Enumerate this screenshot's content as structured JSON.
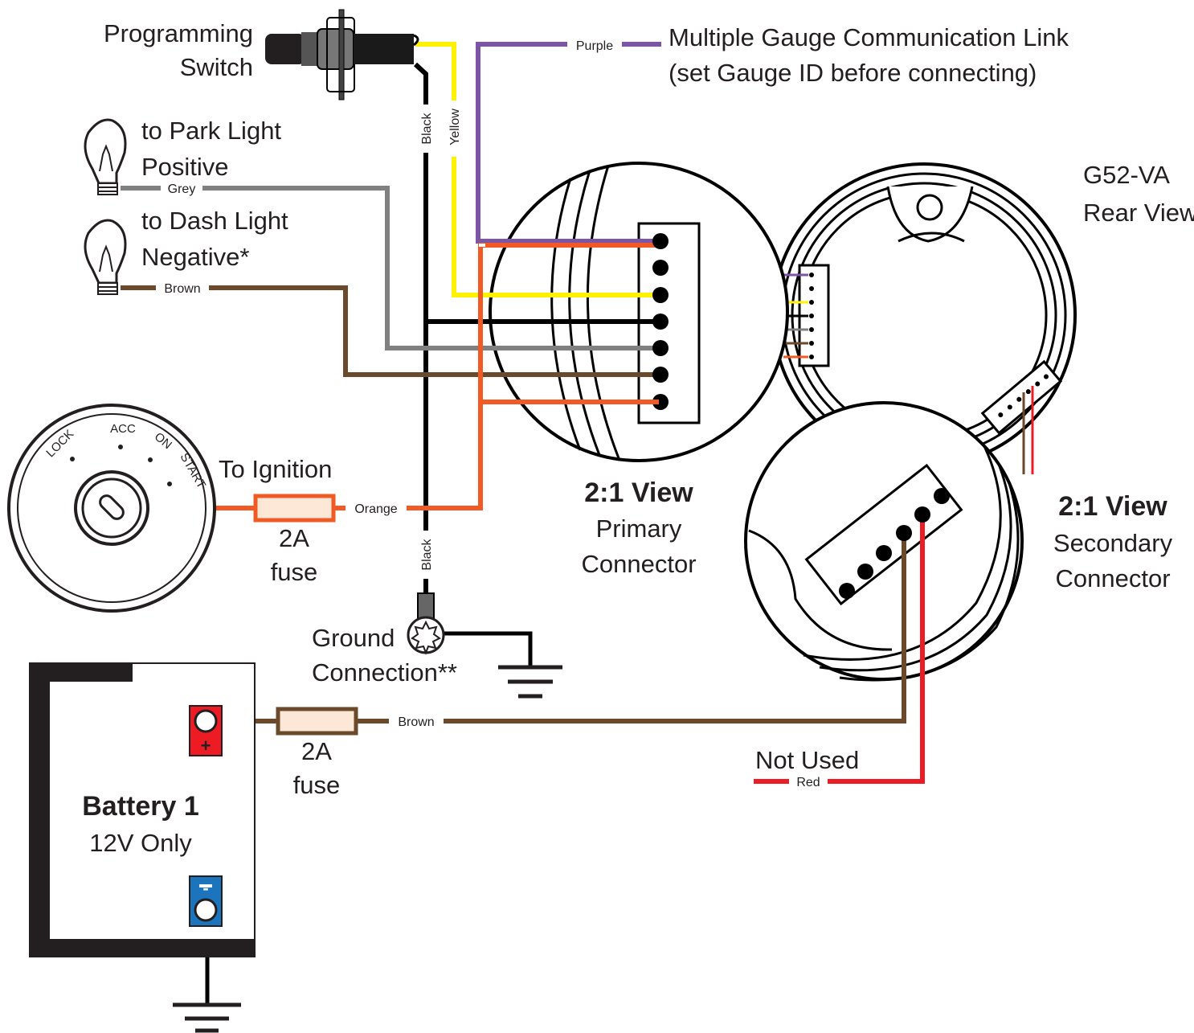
{
  "labels": {
    "programming_switch_1": "Programming",
    "programming_switch_2": "Switch",
    "park_light_1": "to Park Light",
    "park_light_2": "Positive",
    "dash_light_1": "to Dash Light",
    "dash_light_2": "Negative*",
    "comm_link_1": "Multiple Gauge Communication Link",
    "comm_link_2": "(set Gauge ID before connecting)",
    "gauge_model_1": "G52-VA",
    "gauge_model_2": "Rear View",
    "primary_view": "2:1 View",
    "primary_1": "Primary",
    "primary_2": "Connector",
    "secondary_view": "2:1 View",
    "secondary_1": "Secondary",
    "secondary_2": "Connector",
    "to_ignition": "To Ignition",
    "fuse1_1": "2A",
    "fuse1_2": "fuse",
    "fuse2_1": "2A",
    "fuse2_2": "fuse",
    "ground_1": "Ground",
    "ground_2": "Connection**",
    "battery_title": "Battery 1",
    "battery_sub": "12V Only",
    "battery_plus": "+",
    "battery_minus": "-",
    "not_used": "Not Used"
  },
  "ignition_positions": [
    "LOCK",
    "ACC",
    "ON",
    "START"
  ],
  "wires": {
    "purple": "Purple",
    "yellow": "Yellow",
    "black_top": "Black",
    "black_bottom": "Black",
    "grey": "Grey",
    "brown_dash": "Brown",
    "orange": "Orange",
    "brown_battery": "Brown",
    "red": "Red"
  },
  "colors": {
    "purple": "#7d55a6",
    "yellow": "#fff200",
    "black": "#000000",
    "grey": "#808080",
    "brown": "#6b4a2b",
    "orange": "#f15a24",
    "red": "#ed1c24",
    "battery_pos": "#ed1c24",
    "battery_neg": "#1c75bc",
    "fuse_fill": "#fde8d8"
  }
}
